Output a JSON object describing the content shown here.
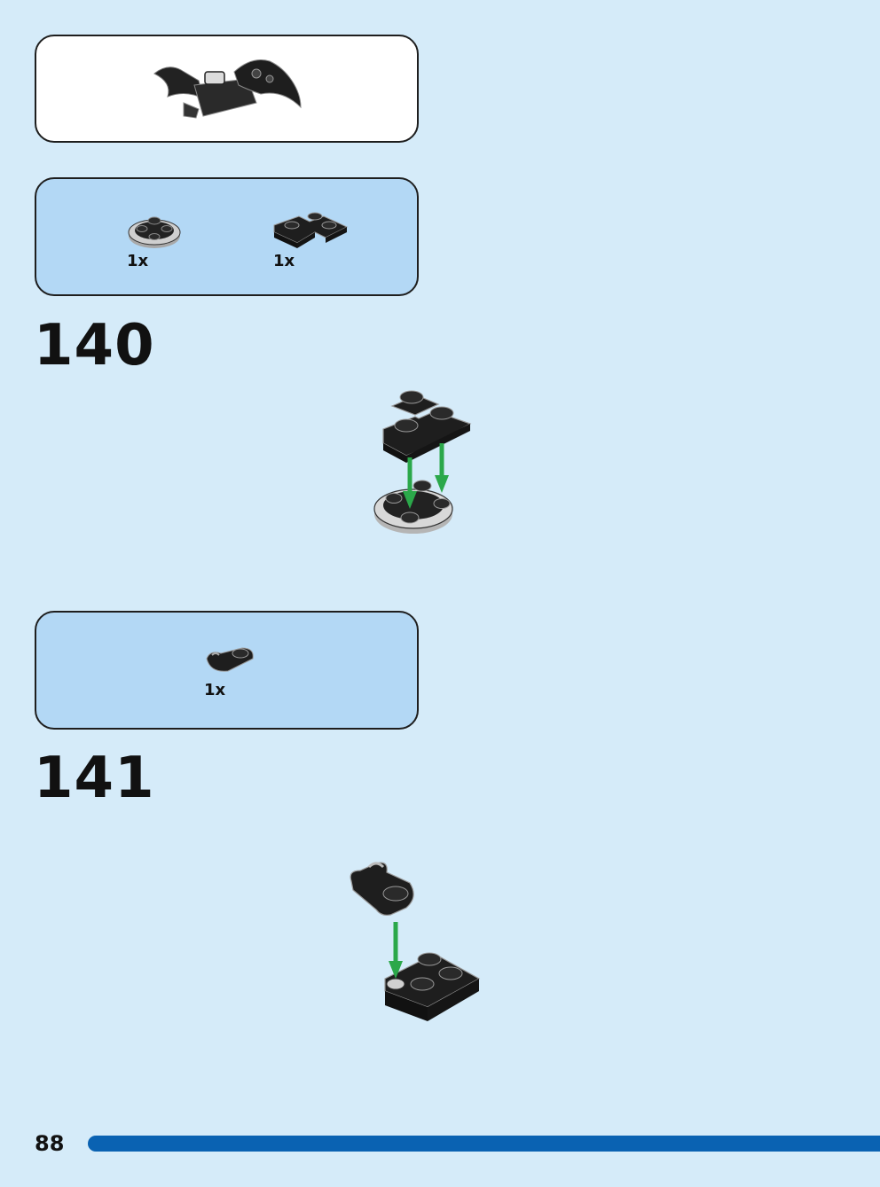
{
  "submodel": {
    "icon": "bat-wing-submodel-icon"
  },
  "parts_list_1": [
    {
      "icon": "round-plate-2x2-icon",
      "qty": "1x"
    },
    {
      "icon": "corner-plate-2x2-icon",
      "qty": "1x"
    }
  ],
  "step_140": {
    "number": "140"
  },
  "parts_list_2": [
    {
      "icon": "clip-plate-1x2-icon",
      "qty": "1x"
    }
  ],
  "step_141": {
    "number": "141"
  },
  "footer": {
    "page_number": "88"
  },
  "colors": {
    "background": "#d5ebf9",
    "parts_panel": "#b3d8f5",
    "brick_black": "#1f1f1f",
    "arrow_green": "#2ba84a",
    "footer_bar": "#0a62b2"
  }
}
